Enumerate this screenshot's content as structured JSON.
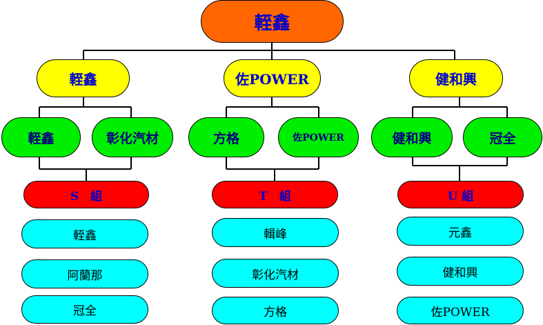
{
  "root": {
    "label": "輊鑫"
  },
  "branches": [
    {
      "label": "輊鑫",
      "subs": [
        "輊鑫",
        "彰化汽材"
      ],
      "group": "S　組",
      "members": [
        "輊鑫",
        "阿蘭那",
        "冠全"
      ]
    },
    {
      "label": "佐POWER",
      "subs": [
        "方格",
        "佐POWER"
      ],
      "group": "T　組",
      "members": [
        "輯峰",
        "彰化汽材",
        "方格"
      ]
    },
    {
      "label": "健和興",
      "subs": [
        "健和興",
        "冠全"
      ],
      "group": "U 組",
      "members": [
        "元鑫",
        "健和興",
        "佐POWER"
      ]
    }
  ],
  "colors": {
    "root": "#ff6600",
    "branch": "#ffff00",
    "sub": "#00ee00",
    "group": "#ff0000",
    "member": "#00ffff",
    "text": "#0000cc"
  }
}
